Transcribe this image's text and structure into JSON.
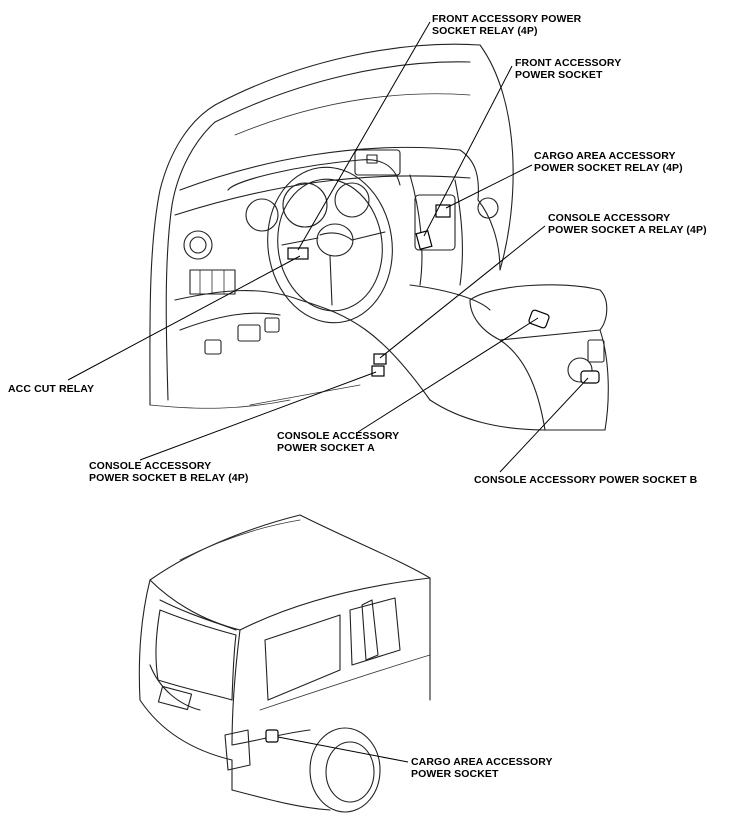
{
  "labels": {
    "front_relay": [
      "FRONT ACCESSORY POWER",
      "SOCKET RELAY (4P)"
    ],
    "front_socket": [
      "FRONT ACCESSORY",
      "POWER SOCKET"
    ],
    "cargo_relay": [
      "CARGO AREA ACCESSORY",
      "POWER SOCKET RELAY (4P)"
    ],
    "console_a_relay": [
      "CONSOLE ACCESSORY",
      "POWER SOCKET A RELAY (4P)"
    ],
    "acc_cut_relay": [
      "ACC CUT RELAY"
    ],
    "console_a_socket": [
      "CONSOLE ACCESSORY",
      "POWER SOCKET A"
    ],
    "console_b_relay": [
      "CONSOLE ACCESSORY",
      "POWER SOCKET B RELAY (4P)"
    ],
    "console_b_socket": [
      "CONSOLE ACCESSORY POWER SOCKET B"
    ],
    "cargo_socket": [
      "CARGO AREA ACCESSORY",
      "POWER SOCKET"
    ]
  }
}
